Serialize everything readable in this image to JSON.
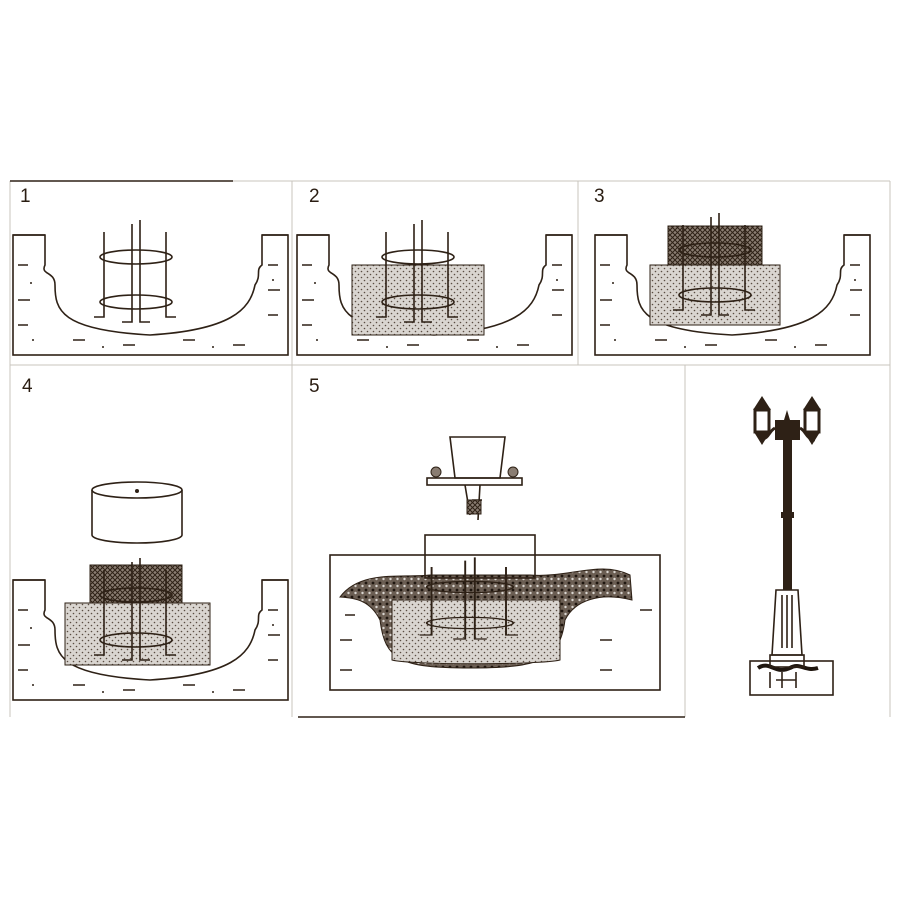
{
  "steps": [
    {
      "number": "1"
    },
    {
      "number": "2"
    },
    {
      "number": "3"
    },
    {
      "number": "4"
    },
    {
      "number": "5"
    }
  ],
  "colors": {
    "line": "#2e2116",
    "concrete": "#d8d4cf",
    "frame": "#c9c4bd"
  }
}
